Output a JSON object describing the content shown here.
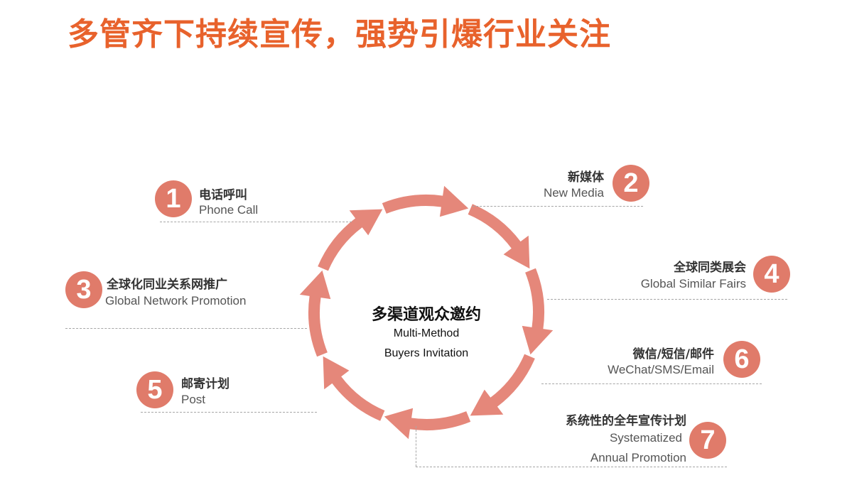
{
  "headline": "多管齐下持续宣传，强势引爆行业关注",
  "center": {
    "title": "多渠道观众邀约",
    "subtitle_line1": "Multi-Method",
    "subtitle_line2": "Buyers Invitation"
  },
  "items": [
    {
      "number": "1",
      "zh": "电话呼叫",
      "en": "Phone Call"
    },
    {
      "number": "2",
      "zh": "新媒体",
      "en": "New Media"
    },
    {
      "number": "3",
      "zh": "全球化同业关系网推广",
      "en": "Global Network Promotion"
    },
    {
      "number": "4",
      "zh": "全球同类展会",
      "en": "Global Similar Fairs"
    },
    {
      "number": "5",
      "zh": "邮寄计划",
      "en": "Post"
    },
    {
      "number": "6",
      "zh": "微信/短信/邮件",
      "en": "WeChat/SMS/Email"
    },
    {
      "number": "7",
      "zh": "系统性的全年宣传计划",
      "en_line1": "Systematized",
      "en_line2": "Annual Promotion"
    }
  ],
  "colors": {
    "headline": "#e8622c",
    "badge": "#e07b6a",
    "arrow": "#e5877a"
  }
}
